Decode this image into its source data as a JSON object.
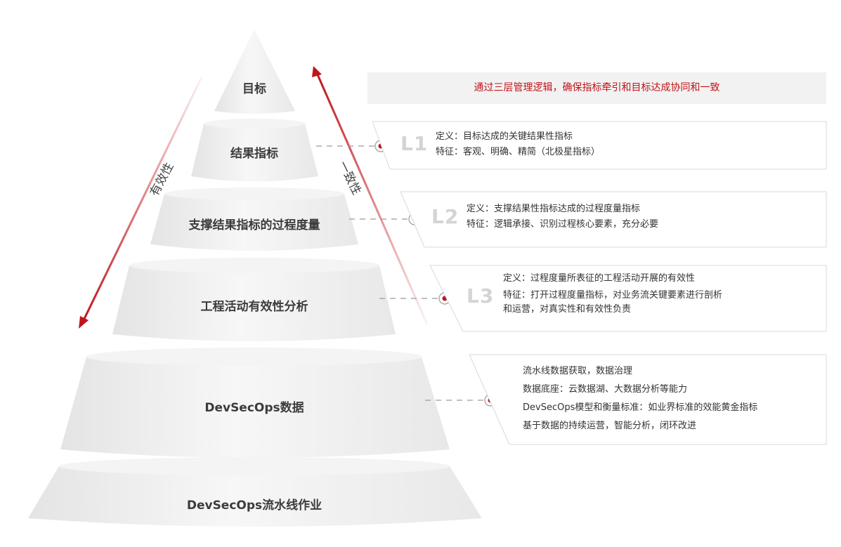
{
  "banner": {
    "text": "通过三层管理逻辑，确保指标牵引和目标达成协同和一致"
  },
  "pyramid": {
    "levels": [
      {
        "label": "目标"
      },
      {
        "label": "结果指标"
      },
      {
        "label": "支撑结果指标的过程度量"
      },
      {
        "label": "工程活动有效性分析"
      },
      {
        "label": "DevSecOps数据"
      },
      {
        "label": "DevSecOps流水线作业"
      }
    ]
  },
  "arrows": {
    "left_label": "有效性",
    "right_label": "一致性"
  },
  "cards": [
    {
      "code": "L1",
      "lines": [
        "定义：目标达成的关键结果性指标",
        "特征：客观、明确、精简（北极星指标）"
      ]
    },
    {
      "code": "L2",
      "lines": [
        "定义：支撑结果性指标达成的过程度量指标",
        "特征：逻辑承接、识别过程核心要素，充分必要"
      ]
    },
    {
      "code": "L3",
      "lines": [
        "定义：过程度量所表征的工程活动开展的有效性",
        "特征：打开过程度量指标，对业务流关键要素进行剖析",
        "和运营，对真实性和有效性负责"
      ]
    },
    {
      "code": "",
      "lines": [
        "流水线数据获取，数据治理",
        "数据底座：云数据湖、大数据分析等能力",
        "DevSecOps模型和衡量标准：如业界标准的效能黄金指标",
        "基于数据的持续运营，智能分析，闭环改进"
      ]
    }
  ],
  "colors": {
    "accent": "#c0141b",
    "tier_fill": "#efefef",
    "card_border": "#d9d9d9",
    "code_gray": "#d4d4d4"
  }
}
